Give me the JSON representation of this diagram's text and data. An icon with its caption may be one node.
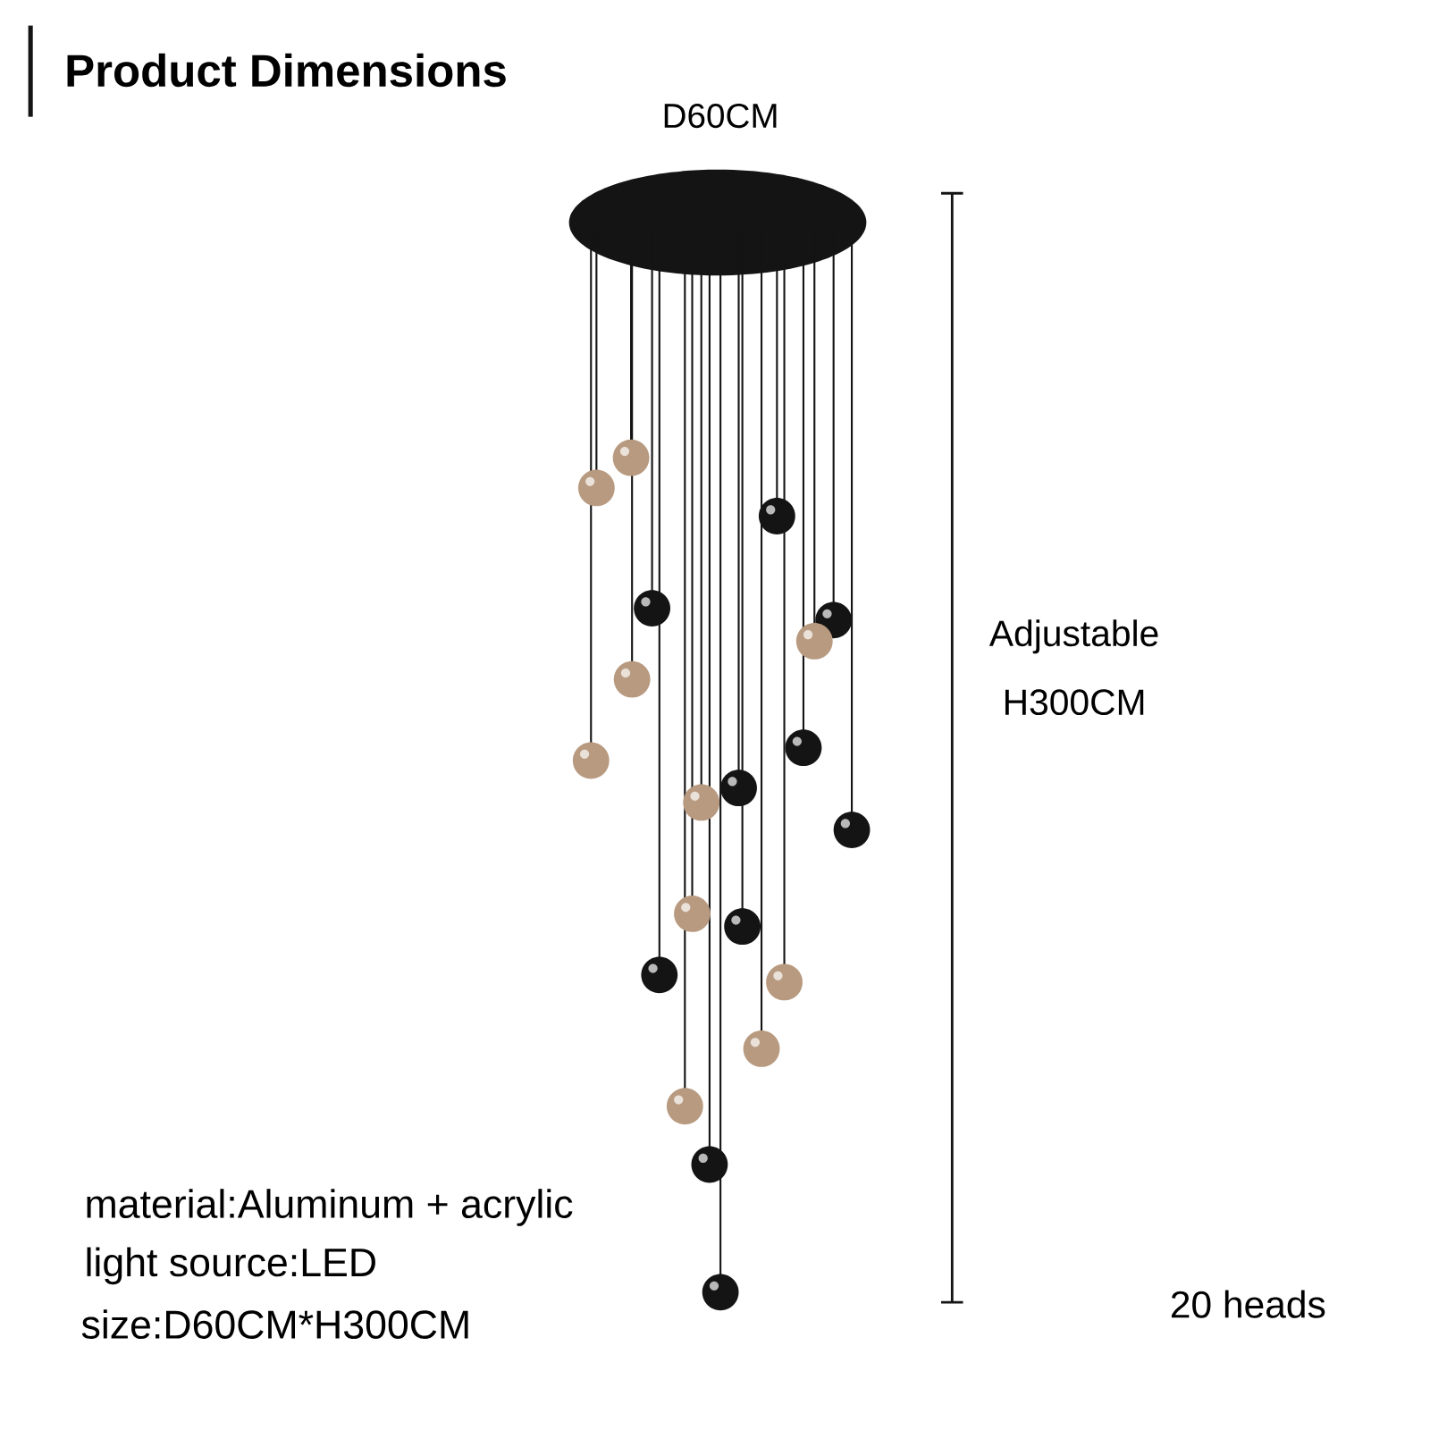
{
  "diagram": {
    "title": "Product Dimensions",
    "labels": [
      "D60CM",
      "Adjustable",
      "H300CM",
      "material:Aluminum + acrylic",
      "light source:LED",
      "size:D60CM*H300CM",
      "20 heads"
    ]
  }
}
